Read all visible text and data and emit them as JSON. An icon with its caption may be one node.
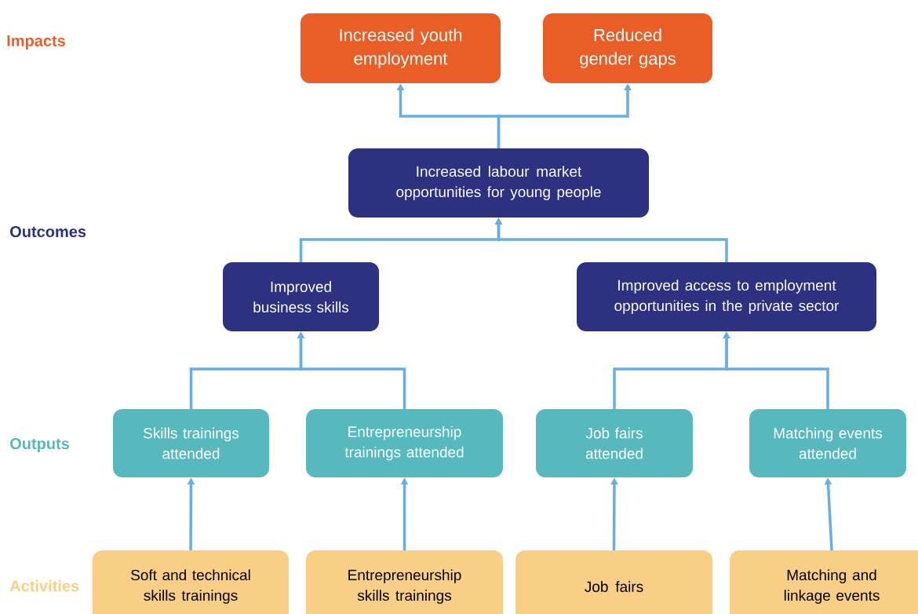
{
  "diagram": {
    "nodes": [
      {
        "text": [
          "Increased youth employment"
        ]
      },
      {
        "text": [
          "Reduced gender gaps"
        ]
      },
      {
        "text": [
          "Increased labour market opportunities for young people"
        ]
      },
      {
        "text": [
          "Improved business skills"
        ]
      },
      {
        "text": [
          "Improved access to employment opportunities in the private sector"
        ]
      },
      {
        "text": [
          "Skills trainings attended"
        ]
      },
      {
        "text": [
          "Entrepreneurship trainings attended"
        ]
      },
      {
        "text": [
          "Job fairs attended"
        ]
      },
      {
        "text": [
          "Matching events attended"
        ]
      },
      {
        "text": [
          "Soft and technical skills trainings"
        ]
      },
      {
        "text": [
          "Entrepreneurship skills trainings"
        ]
      },
      {
        "text": [
          "Job fairs"
        ]
      },
      {
        "text": [
          "Matching and linkage events"
        ]
      }
    ],
    "edges": [
      {
        "from": 2,
        "to": 0,
        "arrow": "to"
      },
      {
        "from": 2,
        "to": 1,
        "arrow": "to"
      },
      {
        "from": 3,
        "to": 2,
        "arrow": "to"
      },
      {
        "from": 4,
        "to": 2,
        "arrow": "to"
      },
      {
        "from": 5,
        "to": 3,
        "arrow": "to"
      },
      {
        "from": 6,
        "to": 3,
        "arrow": "to"
      },
      {
        "from": 7,
        "to": 4,
        "arrow": "to"
      },
      {
        "from": 8,
        "to": 4,
        "arrow": "to"
      },
      {
        "from": 9,
        "to": 5,
        "arrow": "to"
      },
      {
        "from": 10,
        "to": 6,
        "arrow": "to"
      },
      {
        "from": 11,
        "to": 7,
        "arrow": "to"
      },
      {
        "from": 12,
        "to": 8,
        "arrow": "to"
      }
    ],
    "labels": [
      "Impacts",
      "Outcomes",
      "Outputs",
      "Activities"
    ]
  }
}
